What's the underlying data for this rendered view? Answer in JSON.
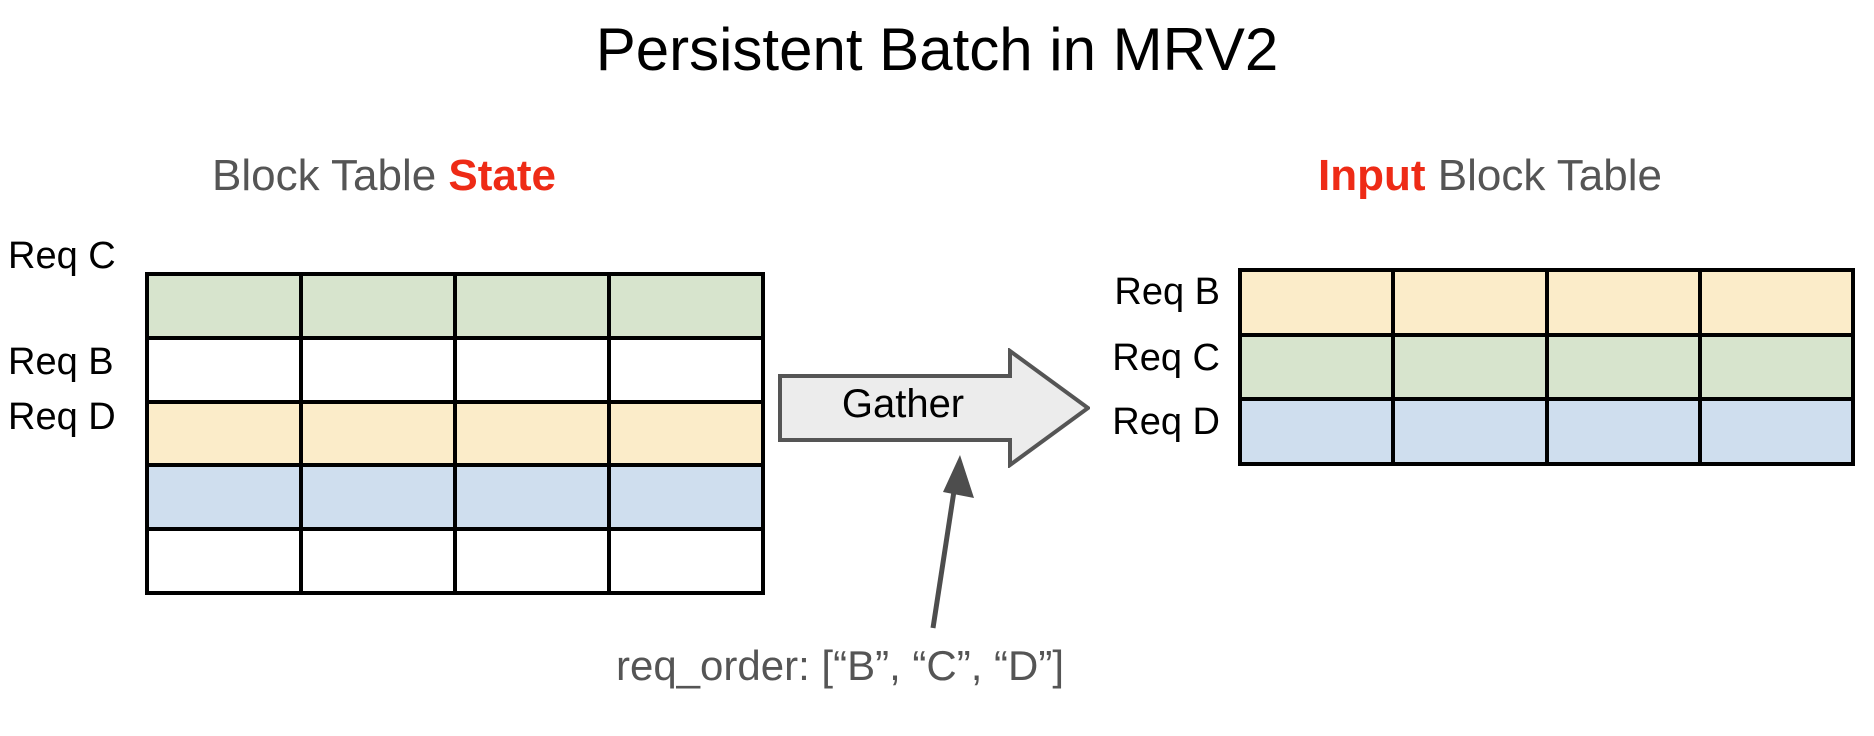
{
  "title": "Persistent Batch in MRV2",
  "colors": {
    "accent_red": "#ee2b16",
    "heading_gray": "#555555",
    "row_green": "#d7e4cd",
    "row_yellow": "#fbecc9",
    "row_blue": "#cfdeee",
    "row_empty": "#ffffff",
    "arrow_fill": "#ececec",
    "arrow_stroke": "#555555",
    "grid_line": "#000000"
  },
  "left_panel": {
    "heading_prefix": "Block Table ",
    "heading_accent": "State",
    "columns": 4,
    "rows": [
      {
        "label": "Req C",
        "fill": "green"
      },
      {
        "label": "",
        "fill": "empty"
      },
      {
        "label": "Req B",
        "fill": "yellow"
      },
      {
        "label": "Req D",
        "fill": "blue"
      },
      {
        "label": "",
        "fill": "empty"
      }
    ]
  },
  "right_panel": {
    "heading_accent": "Input",
    "heading_suffix": " Block Table",
    "columns": 4,
    "rows": [
      {
        "label": "Req B",
        "fill": "yellow"
      },
      {
        "label": "Req C",
        "fill": "green"
      },
      {
        "label": "Req D",
        "fill": "blue"
      }
    ]
  },
  "gather": {
    "label": "Gather"
  },
  "caption": {
    "text": "req_order: [“B”, “C”, “D”]"
  }
}
